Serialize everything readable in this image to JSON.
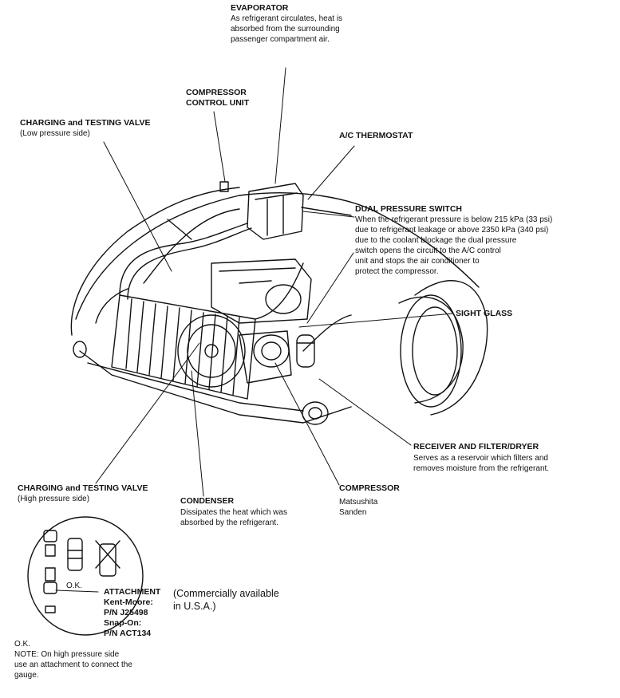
{
  "evaporator": {
    "title": "EVAPORATOR",
    "lines": [
      "As refrigerant circulates, heat is",
      "absorbed from the surrounding",
      "passenger compartment air."
    ]
  },
  "compressor_control_unit": {
    "lines": [
      "COMPRESSOR",
      "CONTROL UNIT"
    ]
  },
  "charging_valve_low": {
    "title": "CHARGING and TESTING VALVE",
    "sub": "(Low pressure side)"
  },
  "ac_thermostat": {
    "title": "A/C THERMOSTAT"
  },
  "dual_pressure_switch": {
    "title": "DUAL PRESSURE SWITCH",
    "lines": [
      "When the refrigerant pressure is below 215 kPa (33 psi)",
      "due to refrigerant leakage or above 2350 kPa (340 psi)",
      "due to the coolant blockage the dual pressure",
      "switch opens the circuit to the A/C control",
      "unit and stops the air conditioner to",
      "protect the compressor."
    ]
  },
  "sight_glass": {
    "title": "SIGHT GLASS"
  },
  "receiver_dryer": {
    "title": "RECEIVER AND FILTER/DRYER",
    "lines": [
      "Serves as a reservoir which filters and",
      "removes moisture from the refrigerant."
    ]
  },
  "charging_valve_high": {
    "title": "CHARGING and TESTING VALVE",
    "sub": "(High pressure side)"
  },
  "condenser": {
    "title": "CONDENSER",
    "lines": [
      "Dissipates the heat which was",
      "absorbed by the refrigerant."
    ]
  },
  "compressor": {
    "title": "COMPRESSOR",
    "makers": [
      "Matsushita",
      "Sanden"
    ]
  },
  "attachment": {
    "title": "ATTACHMENT",
    "kent_moore": "Kent-Moore:",
    "kent_moore_pn": "P/N J25498",
    "snap_on": "Snap-On:",
    "snap_on_pn": "P/N ACT134",
    "availability": [
      "(Commercially available",
      "in U.S.A.)"
    ],
    "ok_inset": "O.K."
  },
  "note": {
    "ok": "O.K.",
    "lines": [
      "NOTE: On high pressure side",
      "use an attachment to connect the",
      "gauge."
    ]
  }
}
